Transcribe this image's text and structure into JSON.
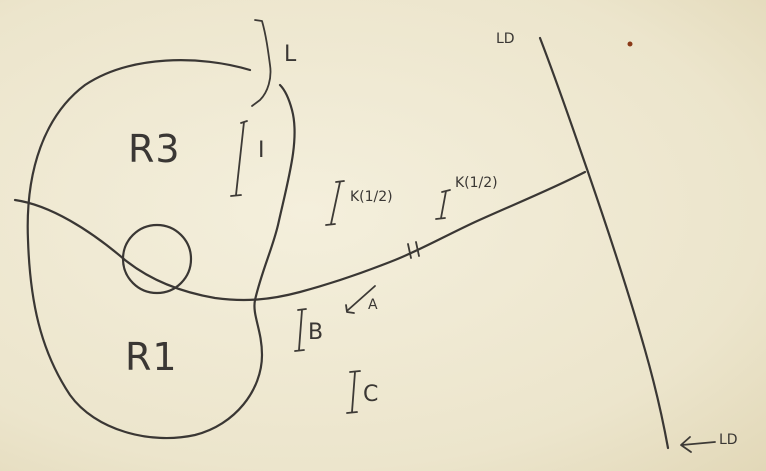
{
  "labels": {
    "region_r3": "R3",
    "region_r1": "R1",
    "leader_l": "L",
    "pole_i": "I",
    "pole_k_left": "K(1/2)",
    "pole_k_right": "K(1/2)",
    "pole_b": "B",
    "pole_a": "A",
    "pole_c": "C",
    "line_ld_top": "LD",
    "line_ld_bottom": "LD"
  },
  "colors": {
    "paper": "#efe9d3",
    "pencil": "#3a3734"
  }
}
